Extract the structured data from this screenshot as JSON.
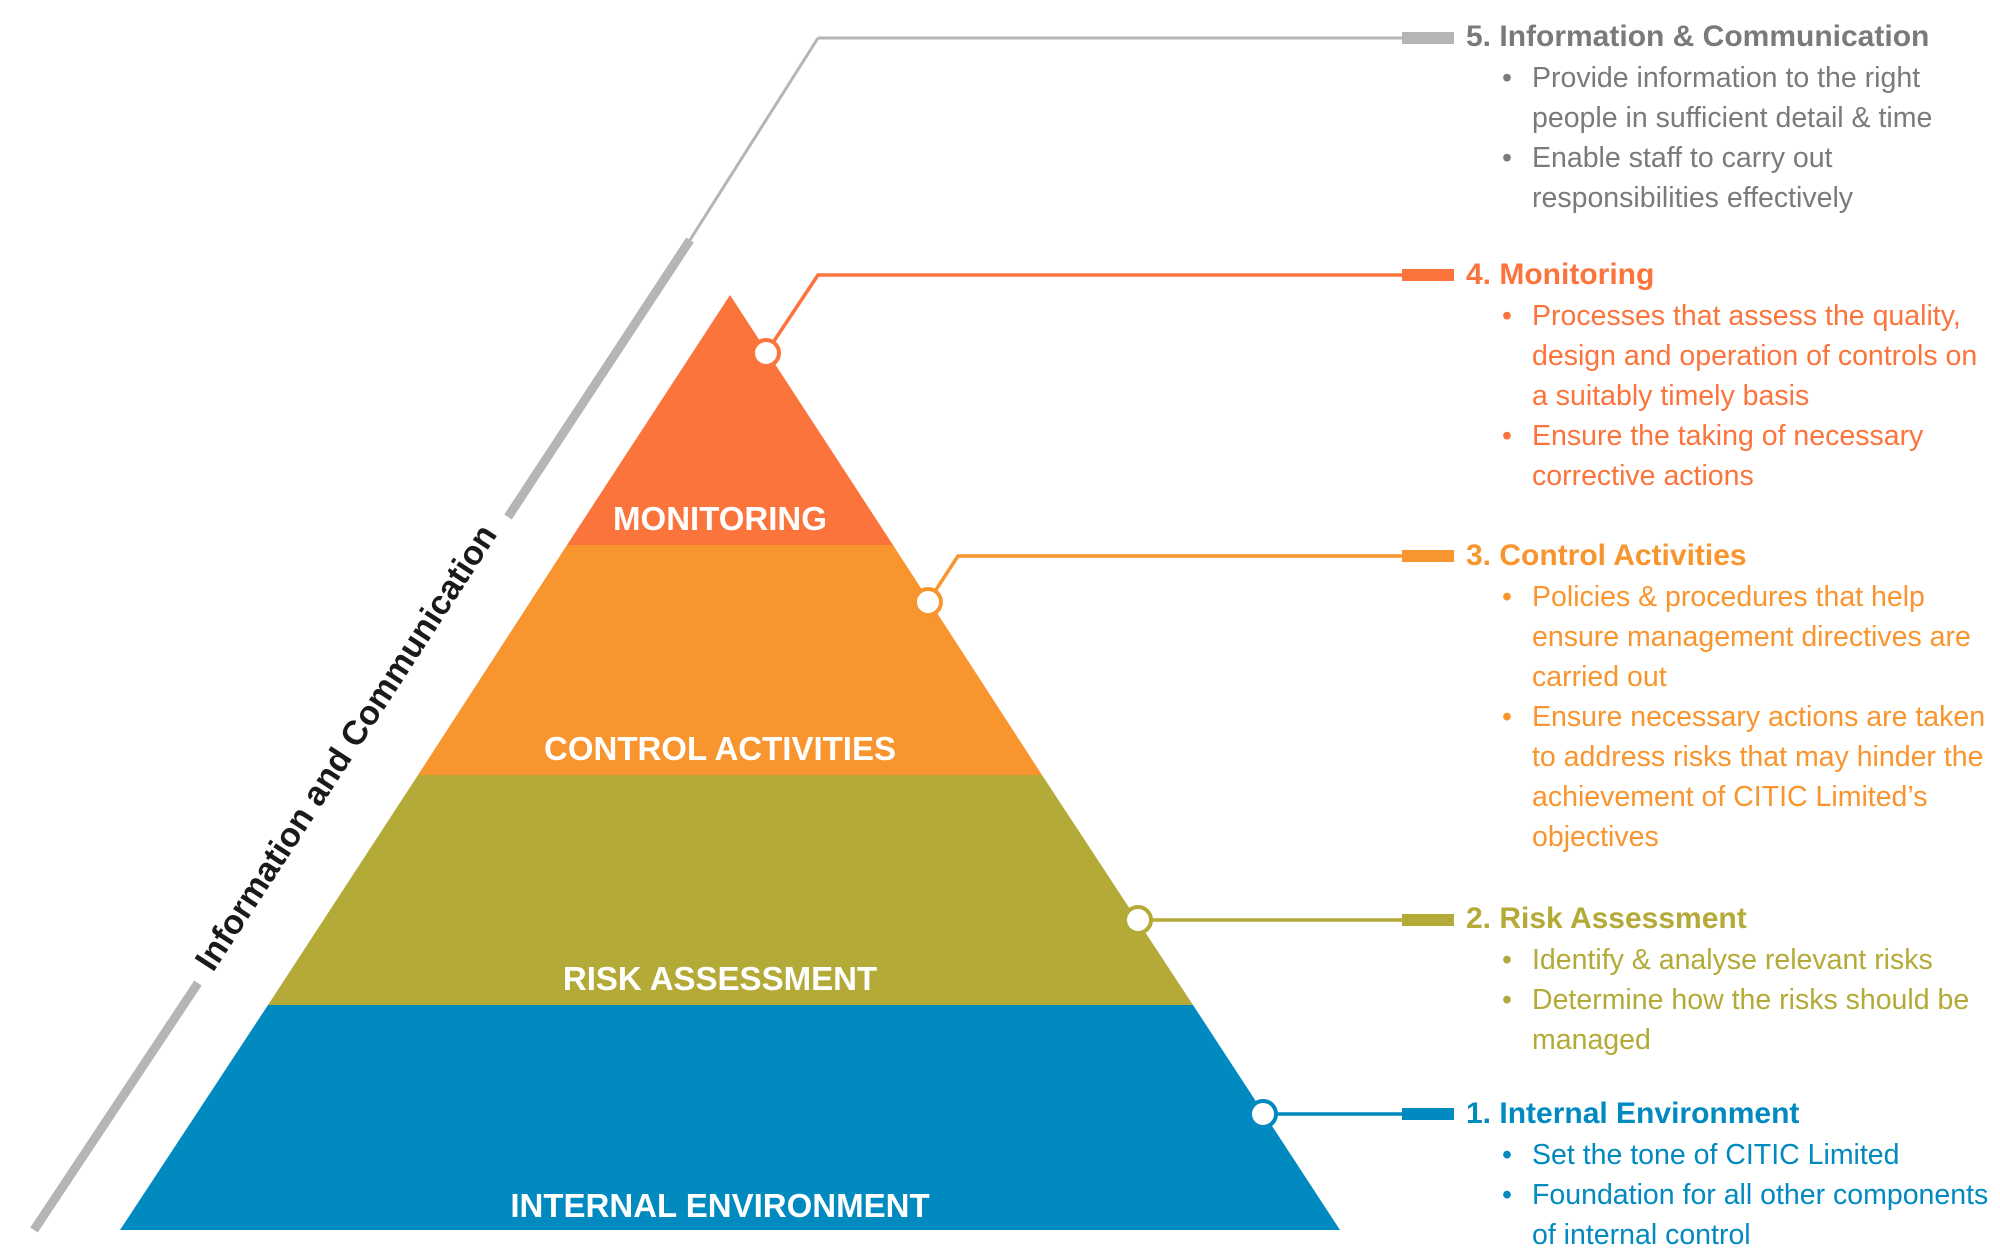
{
  "side_label": "Information and Communication",
  "colors": {
    "grey": "#9e9e9e",
    "grey_text": "#7a7a7a",
    "monitoring": "#fb743c",
    "control": "#f8952f",
    "risk": "#b4aa38",
    "internal": "#008ac0"
  },
  "tiers": [
    {
      "key": "monitoring",
      "label": "MONITORING"
    },
    {
      "key": "control",
      "label": "CONTROL ACTIVITIES"
    },
    {
      "key": "risk",
      "label": "RISK ASSESSMENT"
    },
    {
      "key": "internal",
      "label": "INTERNAL ENVIRONMENT"
    }
  ],
  "components": [
    {
      "key": "info",
      "title": "5. Information & Communication",
      "bullets": [
        "Provide information to the right people in sufficient detail & time",
        "Enable staff to carry out responsibilities effectively"
      ]
    },
    {
      "key": "monitoring",
      "title": "4. Monitoring",
      "bullets": [
        "Processes that assess the quality, design and operation of controls on a suitably timely basis",
        "Ensure the taking of necessary corrective actions"
      ]
    },
    {
      "key": "control",
      "title": "3. Control Activities",
      "bullets": [
        "Policies & procedures that help ensure management directives are carried out",
        "Ensure necessary actions are taken to address risks that may hinder the achievement of CITIC Limited’s objectives"
      ]
    },
    {
      "key": "risk",
      "title": "2. Risk Assessment",
      "bullets": [
        "Identify & analyse relevant risks",
        "Determine how the risks should be managed"
      ]
    },
    {
      "key": "internal",
      "title": "1. Internal Environment",
      "bullets": [
        "Set the tone of CITIC Limited",
        "Foundation for all other components of internal control"
      ]
    }
  ]
}
